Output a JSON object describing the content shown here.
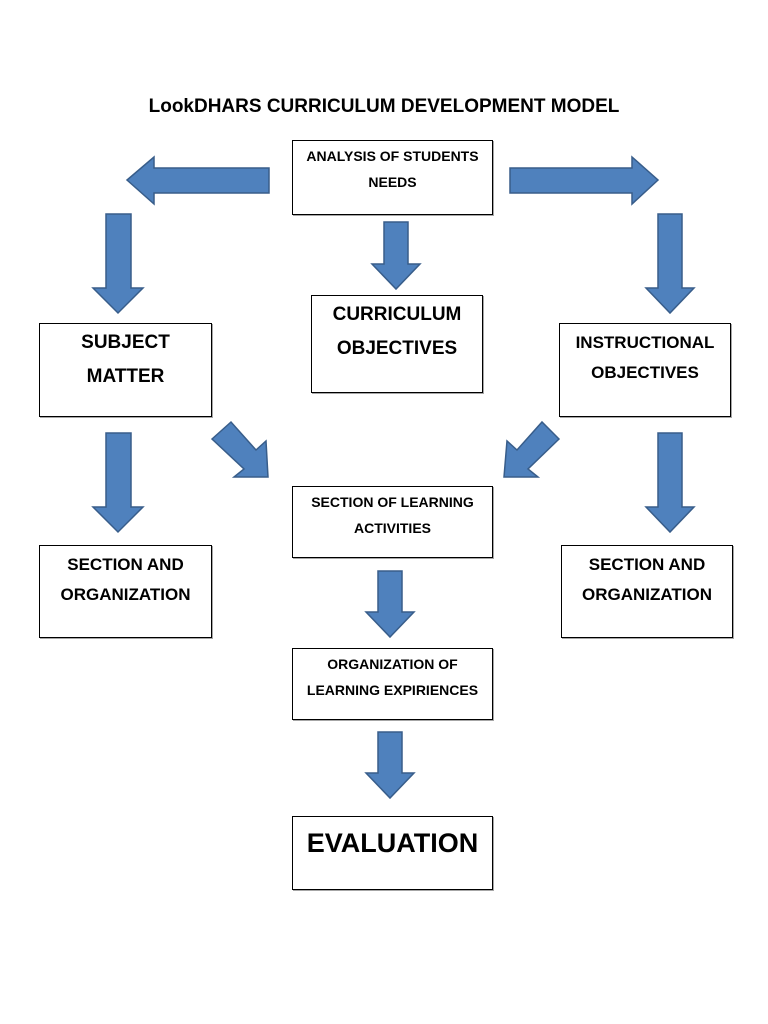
{
  "title": "LookDHARS CURRICULUM DEVELOPMENT MODEL",
  "colors": {
    "arrow_fill": "#4f81bd",
    "arrow_stroke": "#385d8a",
    "box_border": "#000000"
  },
  "nodes": {
    "analysis": {
      "lines": [
        "ANALYSIS OF STUDENTS",
        "NEEDS"
      ]
    },
    "curriculum_objectives": {
      "lines": [
        "CURRICULUM",
        "OBJECTIVES"
      ]
    },
    "subject_matter": {
      "lines": [
        "SUBJECT",
        "MATTER"
      ]
    },
    "instructional_objectives": {
      "lines": [
        "INSTRUCTIONAL",
        "OBJECTIVES"
      ]
    },
    "section_learning_activities": {
      "lines": [
        "SECTION OF LEARNING",
        "ACTIVITIES"
      ]
    },
    "section_org_left": {
      "lines": [
        "SECTION AND",
        "ORGANIZATION"
      ]
    },
    "section_org_right": {
      "lines": [
        "SECTION AND",
        "ORGANIZATION"
      ]
    },
    "organization_learning": {
      "lines": [
        "ORGANIZATION OF",
        "LEARNING EXPIRIENCES"
      ]
    },
    "evaluation": {
      "lines": [
        "EVALUATION"
      ]
    }
  },
  "edges": [
    {
      "from": "analysis",
      "to": "subject_matter"
    },
    {
      "from": "analysis",
      "to": "curriculum_objectives"
    },
    {
      "from": "analysis",
      "to": "instructional_objectives"
    },
    {
      "from": "subject_matter",
      "to": "section_org_left"
    },
    {
      "from": "subject_matter",
      "to": "section_learning_activities"
    },
    {
      "from": "instructional_objectives",
      "to": "section_learning_activities"
    },
    {
      "from": "instructional_objectives",
      "to": "section_org_right"
    },
    {
      "from": "section_learning_activities",
      "to": "organization_learning"
    },
    {
      "from": "organization_learning",
      "to": "evaluation"
    }
  ]
}
